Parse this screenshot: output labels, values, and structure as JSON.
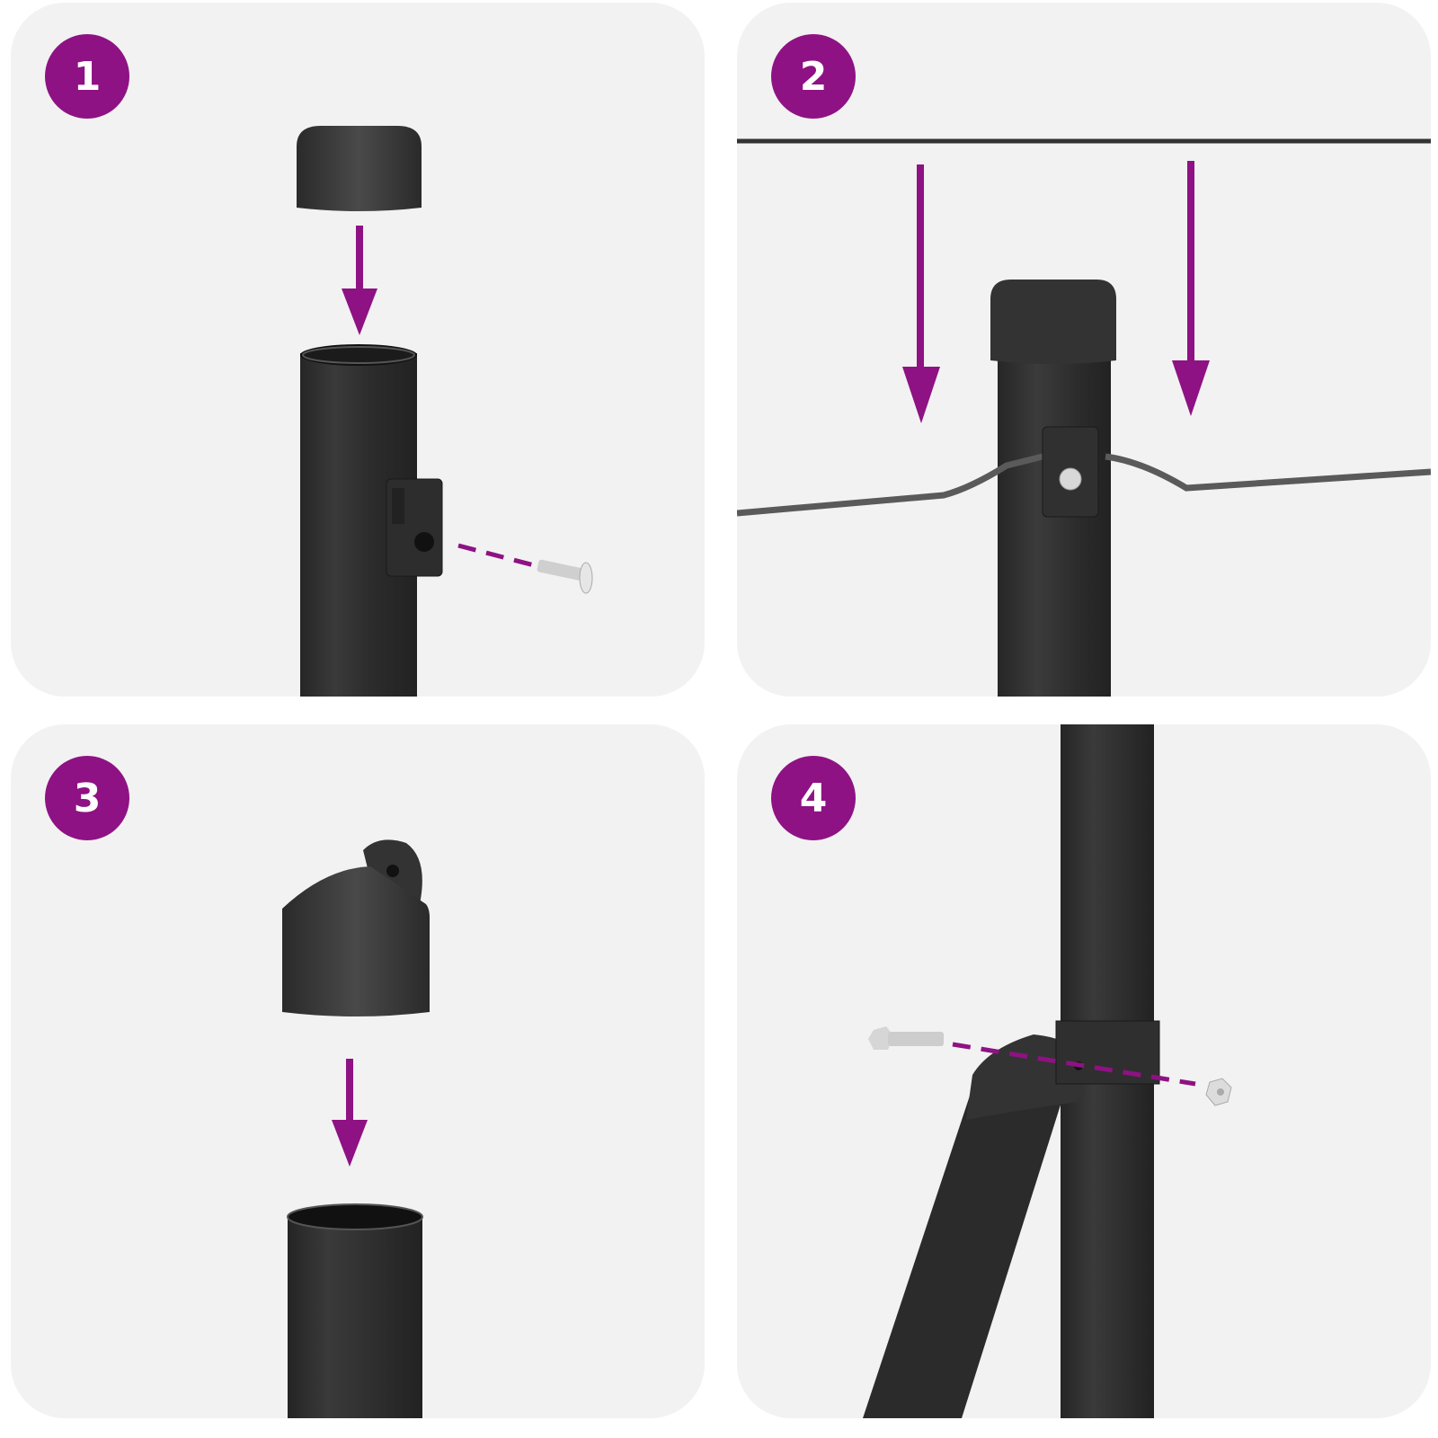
{
  "colors": {
    "accent": "#8e1283",
    "panel_bg": "#f2f2f2",
    "post": "#2f2f2f",
    "wire": "#555555",
    "metal": "#d8d8d8"
  },
  "steps": [
    {
      "number": "1",
      "description": "Place cap on post top; attach wire clip with self-drilling screw"
    },
    {
      "number": "2",
      "description": "Lower tension wire into clip on capped post"
    },
    {
      "number": "3",
      "description": "Place eye cap onto post top"
    },
    {
      "number": "4",
      "description": "Connect brace to post clamp with bolt and nut"
    }
  ]
}
